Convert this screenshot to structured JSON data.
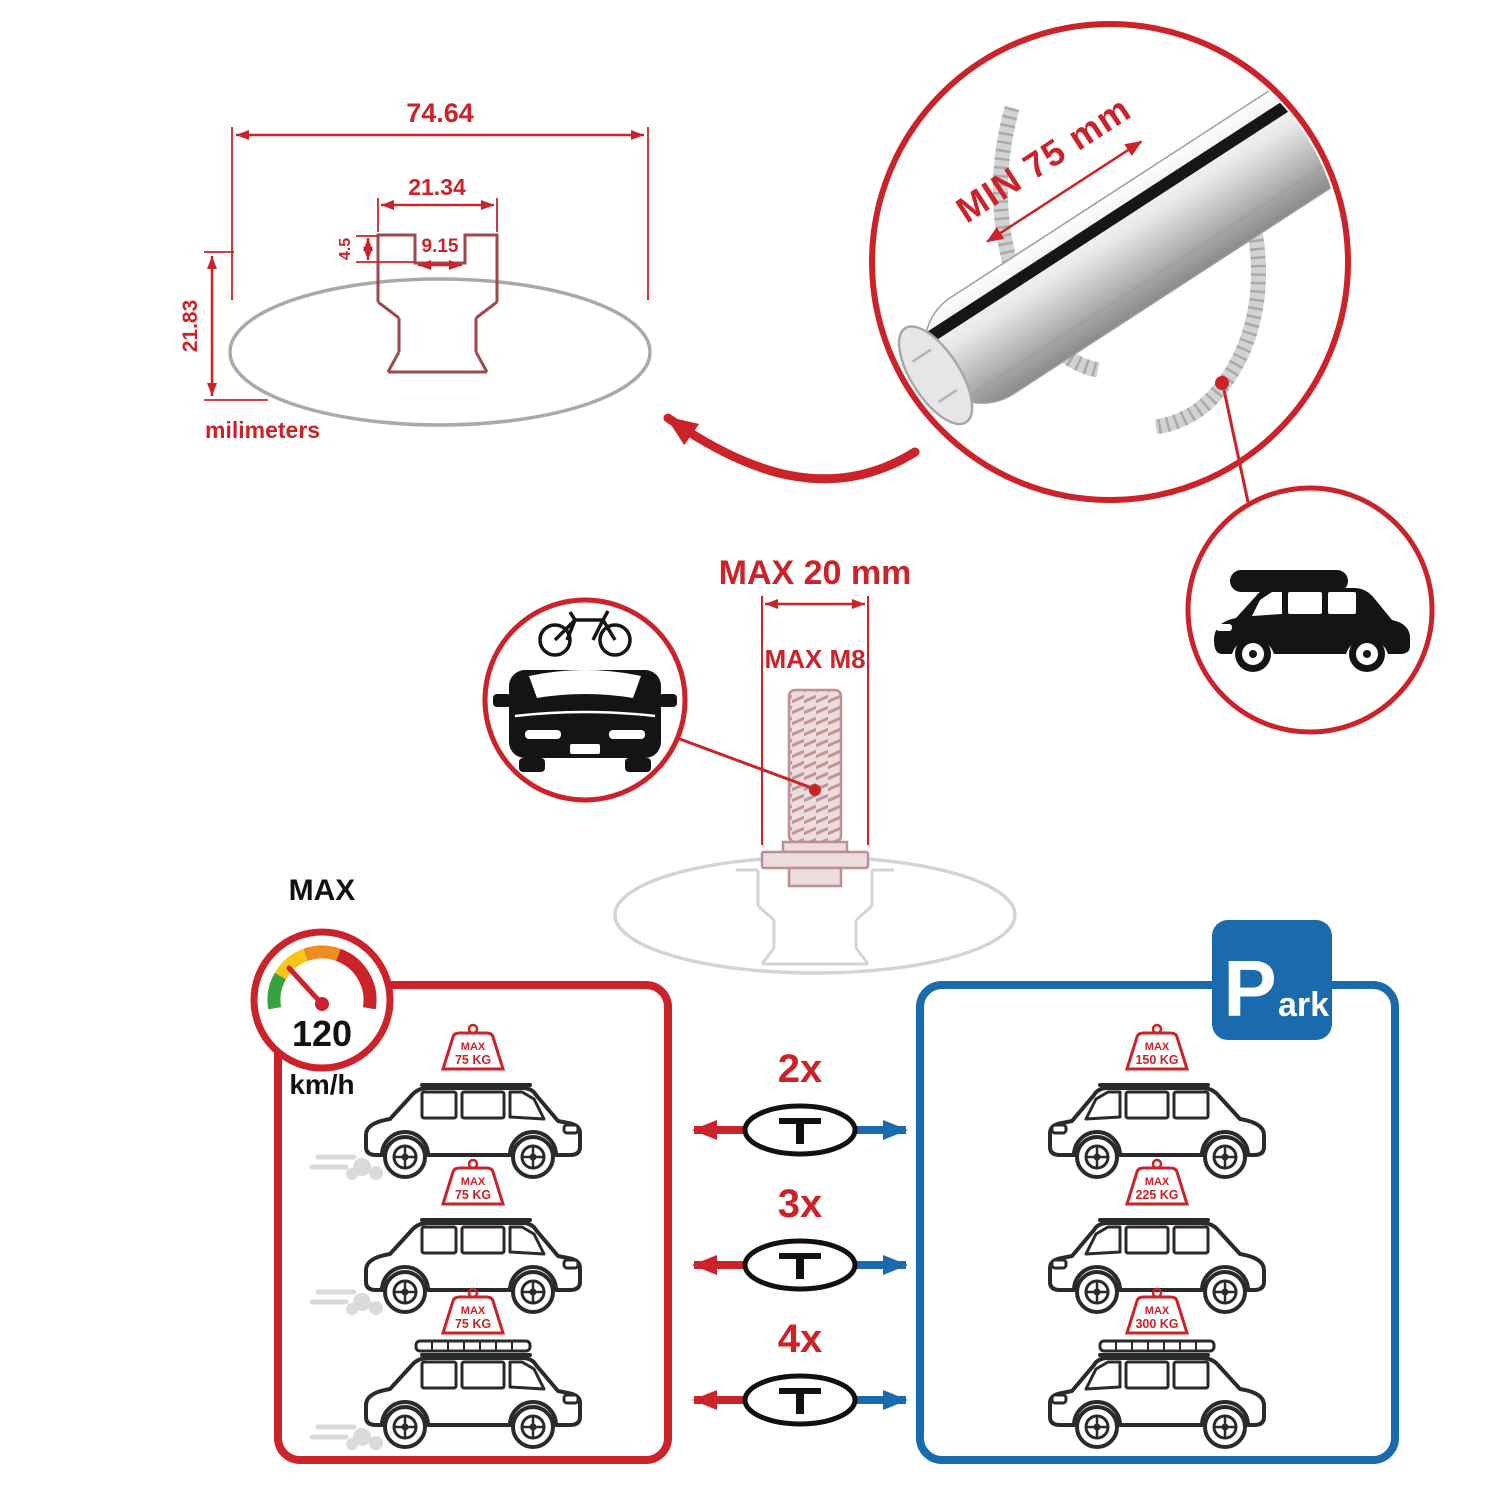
{
  "colors": {
    "red": "#cc2229",
    "blue": "#1a6aad",
    "silver": "#c9c9c9"
  },
  "dimensions": {
    "total_width": "74.64",
    "slot_outer_width": "21.34",
    "slot_inner_width": "9.15",
    "lip_depth": "4.5",
    "total_height": "21.83",
    "units": "milimeters"
  },
  "crossbar": {
    "min_span": "MIN 75 mm"
  },
  "bolt": {
    "max_width": "MAX 20 mm",
    "max_thread": "MAX M8"
  },
  "speed": {
    "label": "MAX",
    "value": "120",
    "unit": "km/h"
  },
  "multipliers": [
    "2x",
    "3x",
    "4x"
  ],
  "driving": {
    "cars": [
      {
        "tag_label": "MAX",
        "tag_value": "75 KG"
      },
      {
        "tag_label": "MAX",
        "tag_value": "75 KG"
      },
      {
        "tag_label": "MAX",
        "tag_value": "75 KG"
      }
    ]
  },
  "parking": {
    "sign_p": "P",
    "sign_rest": "ark",
    "cars": [
      {
        "tag_label": "MAX",
        "tag_value": "150 KG"
      },
      {
        "tag_label": "MAX",
        "tag_value": "225 KG"
      },
      {
        "tag_label": "MAX",
        "tag_value": "300 KG"
      }
    ]
  }
}
